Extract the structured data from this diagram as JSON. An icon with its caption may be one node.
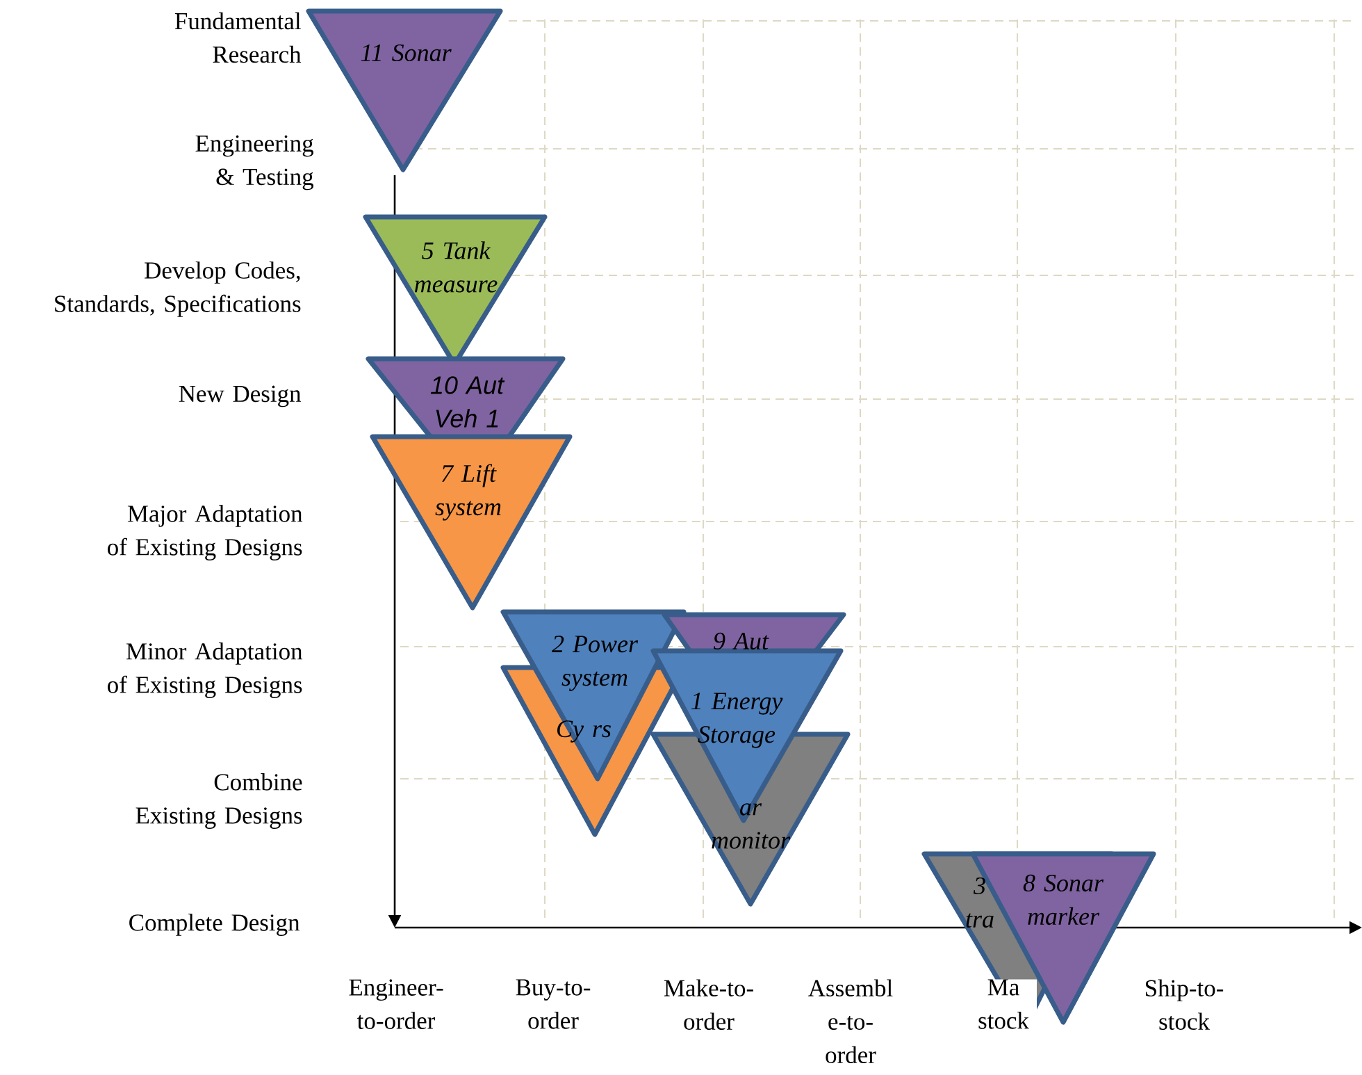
{
  "diagram": {
    "nodes": [
      {
        "text": [
          "11 Sonar"
        ]
      },
      {
        "text": [
          "5 Tank measure"
        ]
      },
      {
        "text": [
          "10 Aut Veh 1"
        ]
      },
      {
        "text": [
          "7 Lift system"
        ]
      },
      {
        "text": [
          "Cy rs"
        ]
      },
      {
        "text": [
          "2 Power system"
        ]
      },
      {
        "text": [
          "9 Aut"
        ]
      },
      {
        "text": [
          "ar monitor"
        ]
      },
      {
        "text": [
          "1 Energy Storage"
        ]
      },
      {
        "text": [
          "3 tra"
        ]
      },
      {
        "text": [
          "8 Sonar marker"
        ]
      }
    ],
    "labels": [
      "Fundamental Research",
      "Engineering & Testing",
      "Develop Codes, Standards, Specifications",
      "New Design",
      "Major Adaptation of Existing Designs",
      "Minor Adaptation of Existing Designs",
      "Combine Existing Designs",
      "Complete Design",
      "Engineer- to-order",
      "Buy-to- order",
      "Make-to- order",
      "Assembl e-to- order",
      "Ma stock",
      "Ship-to- stock"
    ]
  }
}
